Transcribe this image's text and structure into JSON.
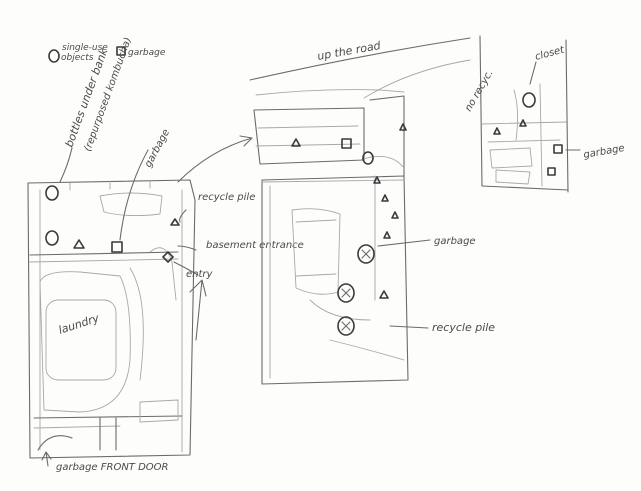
{
  "legend": {
    "single_use": "single-use",
    "objects": "objects",
    "garbage": "garbage"
  },
  "labels": {
    "up_the_road": "up the road",
    "bottles_under_bank": "bottles under bank",
    "repurposed_kombucha": "(repurposed kombucha)",
    "garbage_left": "garbage",
    "recycle_pile_left": "recycle pile",
    "basement_entrance": "basement entrance",
    "entry": "entry",
    "laundry": "laundry",
    "garbage_front_door": "garbage FRONT DOOR",
    "garbage_middle": "garbage",
    "recycle_pile_middle": "recycle pile",
    "closet": "closet",
    "no_recycle": "no recyc.",
    "garbage_right": "garbage"
  }
}
